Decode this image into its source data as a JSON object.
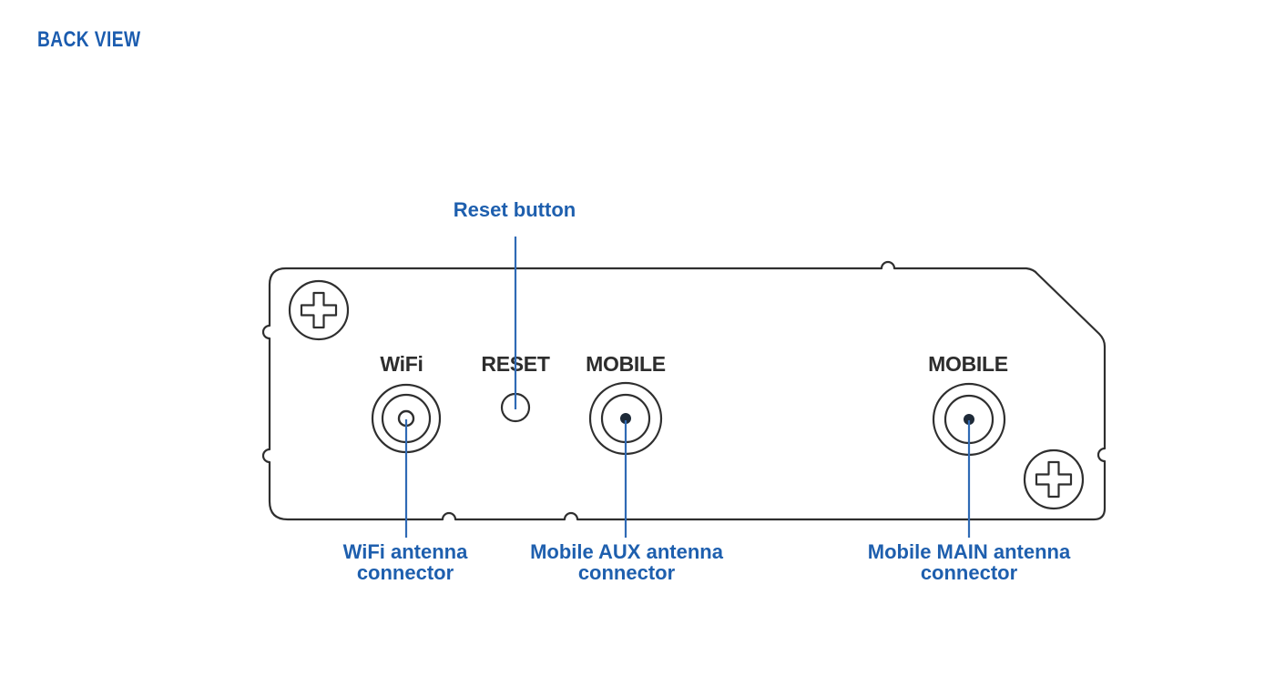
{
  "title": "BACK VIEW",
  "colors": {
    "title_blue": "#1b5caf",
    "callout_blue": "#1e5fae",
    "line_blue": "#2f6ab5",
    "outline_dark": "#2f2f2f",
    "panel_label_dark": "#2d2d2d"
  },
  "panel_labels": {
    "wifi": "WiFi",
    "reset": "RESET",
    "mobile_aux": "MOBILE",
    "mobile_main": "MOBILE"
  },
  "callouts": {
    "reset": "Reset button",
    "wifi": "WiFi antenna connector",
    "mobile_aux": "Mobile AUX antenna connector",
    "mobile_main": "Mobile MAIN antenna connector"
  }
}
